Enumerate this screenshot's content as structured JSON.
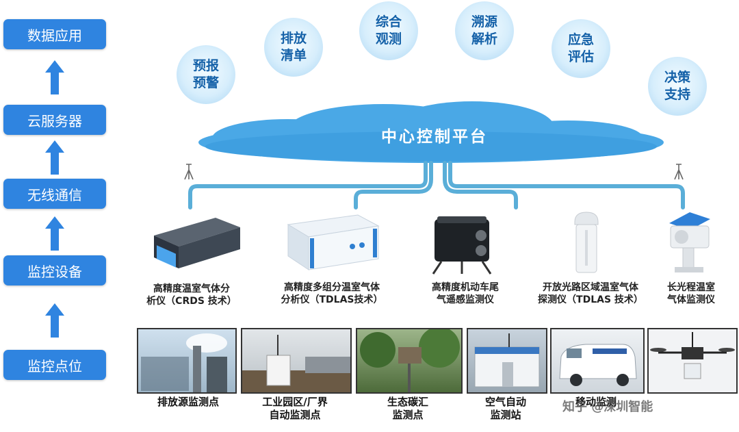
{
  "left_column": {
    "items": [
      "数据应用",
      "云服务器",
      "无线通信",
      "监控设备",
      "监控点位"
    ]
  },
  "bubbles": [
    "预报\n预警",
    "排放\n清单",
    "综合\n观测",
    "溯源\n解析",
    "应急\n评估",
    "决策\n支持"
  ],
  "cloud": {
    "title": "中心控制平台"
  },
  "devices": [
    {
      "label": "高精度温室气体分\n析仪（CRDS 技术）"
    },
    {
      "label": "高精度多组分温室气体\n分析仪（TDLAS技术）"
    },
    {
      "label": "高精度机动车尾\n气遥感监测仪"
    },
    {
      "label": "开放光路区域温室气体\n探测仪（TDLAS 技术）"
    },
    {
      "label": "长光程温室\n气体监测仪"
    }
  ],
  "sites": [
    {
      "label": "排放源监测点"
    },
    {
      "label": "工业园区/厂界\n自动监测点"
    },
    {
      "label": "生态碳汇\n监测点"
    },
    {
      "label": "空气自动\n监测站"
    },
    {
      "label": "移动监测"
    },
    {
      "label": ""
    }
  ],
  "watermark": "知乎 @深圳智能",
  "colors": {
    "accent": "#2f84e0",
    "cloud": "#4aa8e6",
    "connector": "#5aaed8"
  }
}
